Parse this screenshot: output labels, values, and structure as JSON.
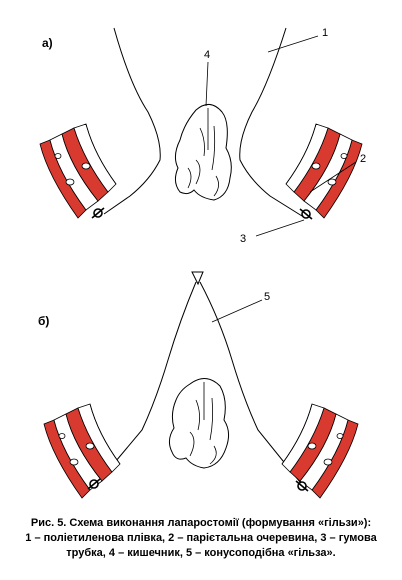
{
  "panels": [
    {
      "label": "а)"
    },
    {
      "label": "б)"
    }
  ],
  "callouts": [
    "1",
    "2",
    "3",
    "4",
    "5"
  ],
  "caption": {
    "line1": "Рис. 5. Схема виконання лапаростомії  (формування «гільзи»):",
    "line2": "1 – поліетиленова плівка, 2 – парієтальна очеревина, 3 – гумова",
    "line3": "трубка, 4 – кишечник, 5 – конусоподібна «гільза»."
  },
  "colors": {
    "tissue": "#d93a2f",
    "line": "#000000",
    "background": "#ffffff"
  }
}
